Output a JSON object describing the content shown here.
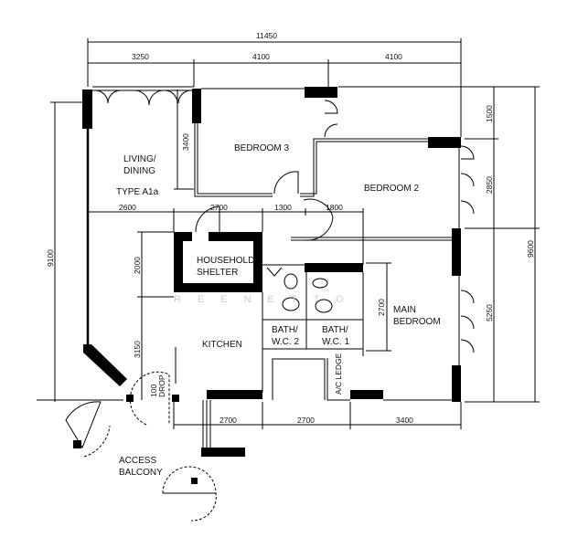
{
  "plan": {
    "type_label": "TYPE A1a",
    "watermark": "REENETTO",
    "rooms": {
      "living_1": "LIVING/",
      "living_2": "DINING",
      "bedroom3": "BEDROOM 3",
      "bedroom2": "BEDROOM 2",
      "shelter_1": "HOUSEHOLD",
      "shelter_2": "SHELTER",
      "kitchen": "KITCHEN",
      "bath2_1": "BATH/",
      "bath2_2": "W.C. 2",
      "bath1_1": "BATH/",
      "bath1_2": "W.C. 1",
      "main_1": "MAIN",
      "main_2": "BEDROOM",
      "ac_ledge": "A/C LEDGE",
      "drop_1": "100",
      "drop_2": "DROP",
      "balcony_1": "ACCESS",
      "balcony_2": "BALCONY"
    },
    "dimensions": {
      "top_total": "11450",
      "top": [
        "3250",
        "4100",
        "4100"
      ],
      "mid": [
        "2600",
        "2700",
        "1300",
        "1800"
      ],
      "bottom": [
        "2700",
        "2700",
        "3400"
      ],
      "right": [
        "1500",
        "2850",
        "5250"
      ],
      "right_total": "9600",
      "left_total": "9100",
      "bedroom3_depth": "3400",
      "shelter_depth": "2000",
      "kitchen_depth": "3150",
      "main_bedroom_depth": "2700"
    }
  }
}
